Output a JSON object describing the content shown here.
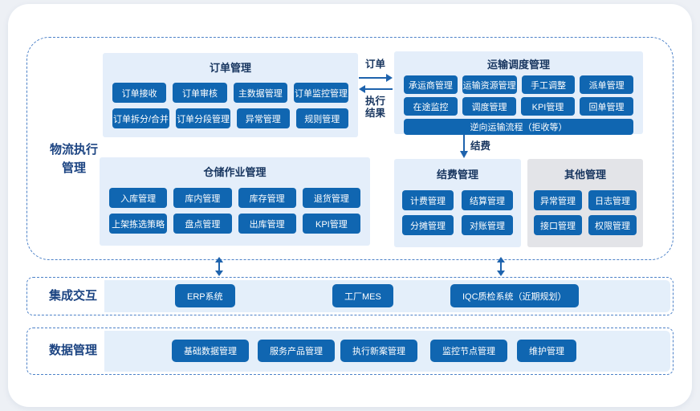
{
  "exec": {
    "label_line1": "物流执行",
    "label_line2": "管理",
    "flow": {
      "order": "订单",
      "result_line1": "执行",
      "result_line2": "结果",
      "billing": "结费"
    },
    "panels": {
      "order": {
        "title": "订单管理",
        "rows": [
          [
            "订单接收",
            "订单审核",
            "主数据管理",
            "订单监控管理"
          ],
          [
            "订单拆分/合并",
            "订单分段管理",
            "异常管理",
            "规则管理"
          ]
        ]
      },
      "transport": {
        "title": "运输调度管理",
        "rows": [
          [
            "承运商管理",
            "运输资源管理",
            "手工调整",
            "派单管理"
          ],
          [
            "在途监控",
            "调度管理",
            "KPI管理",
            "回单管理"
          ]
        ],
        "wide": "逆向运输流程（拒收等）"
      },
      "warehouse": {
        "title": "仓储作业管理",
        "rows": [
          [
            "入库管理",
            "库内管理",
            "库存管理",
            "退货管理"
          ],
          [
            "上架拣选策略",
            "盘点管理",
            "出库管理",
            "KPI管理"
          ]
        ]
      },
      "billing": {
        "title": "结费管理",
        "rows": [
          [
            "计费管理",
            "结算管理"
          ],
          [
            "分摊管理",
            "对账管理"
          ]
        ]
      },
      "other": {
        "title": "其他管理",
        "rows": [
          [
            "异常管理",
            "日志管理"
          ],
          [
            "接口管理",
            "权限管理"
          ]
        ]
      }
    }
  },
  "integration": {
    "label": "集成交互",
    "systems": [
      "ERP系统",
      "工厂MES",
      "IQC质检系统（近期规划）"
    ]
  },
  "data_management": {
    "label": "数据管理",
    "modules": [
      "基础数据管理",
      "服务产品管理",
      "执行新案管理",
      "监控节点管理",
      "维护管理"
    ]
  },
  "colors": {
    "button_blue": "#1066b1",
    "panel_blue": "#e4eefa",
    "panel_gray": "#e3e4e8",
    "arrow_blue": "#1e63ad",
    "dashed_border": "#4d82c8",
    "label_navy": "#1c4482"
  }
}
